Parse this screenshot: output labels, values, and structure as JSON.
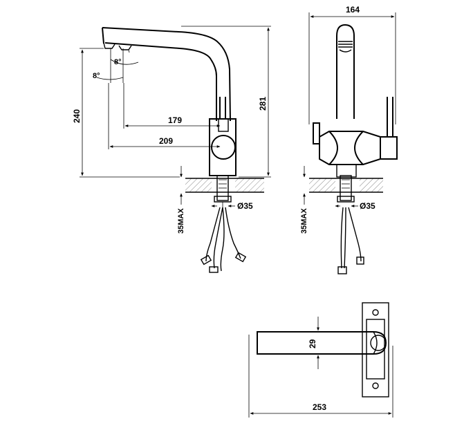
{
  "dimensions": {
    "side_reach_outer": "179",
    "side_reach_inner": "209",
    "side_height_total": "281",
    "side_height_spout": "240",
    "front_width": "164",
    "mount_hole": "Ø35",
    "mount_hole_front": "Ø35",
    "deck_thickness": "35MAX",
    "deck_thickness_front": "35MAX",
    "top_depth": "29",
    "top_length": "253",
    "angle_upper": "8°",
    "angle_lower": "8°"
  }
}
